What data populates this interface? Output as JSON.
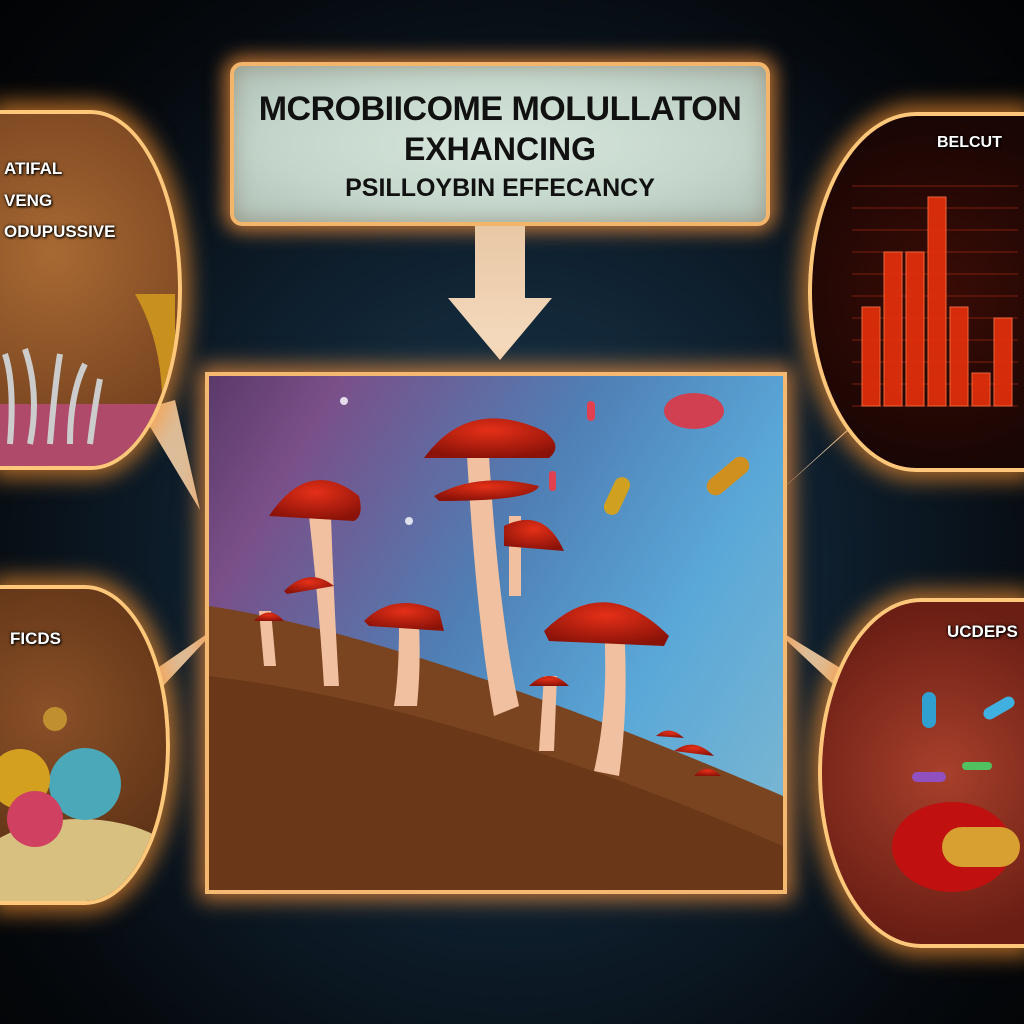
{
  "title": {
    "line1": "MCROBIICOME MOLULLATON",
    "line2": "EXHANCING",
    "line3": "PSILLOYBIN EFFECANCY"
  },
  "panels": {
    "top_left": [
      "ATIFAL",
      "VENG",
      "ODUPUSSIVE"
    ],
    "top_right": "BELCUT",
    "bottom_left": "FICDS",
    "bottom_right": "UCDEPS"
  },
  "chart_data": {
    "type": "bar",
    "title": "BELCUT",
    "values": [
      45,
      70,
      70,
      95,
      45,
      15,
      40
    ],
    "ylim": [
      0,
      100
    ]
  },
  "colors": {
    "glow": "#ffb060",
    "mushroom": "#c8200e",
    "background": "#0f2130"
  }
}
